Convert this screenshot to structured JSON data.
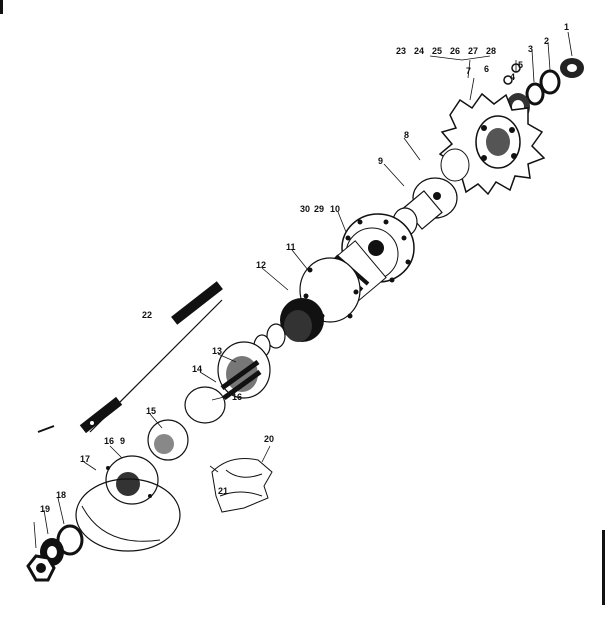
{
  "colors": {
    "ink": "#111111",
    "paper": "#ffffff",
    "mid": "#7a7a7a",
    "light": "#d8d8d8"
  },
  "callouts": [
    "1",
    "2",
    "3",
    "4",
    "5",
    "6",
    "7",
    "8",
    "9",
    "10",
    "11",
    "12",
    "13",
    "14",
    "15",
    "16",
    "17",
    "18",
    "19",
    "20",
    "21",
    "22",
    "23",
    "24",
    "25",
    "26",
    "27",
    "28",
    "29",
    "30"
  ],
  "top_callouts": [
    "23",
    "24",
    "25",
    "26",
    "27",
    "28"
  ],
  "mid_callouts": [
    "30",
    "29",
    "10"
  ],
  "lower_callouts": [
    "16",
    "9"
  ],
  "right_group_callouts": [
    "20",
    "21"
  ]
}
